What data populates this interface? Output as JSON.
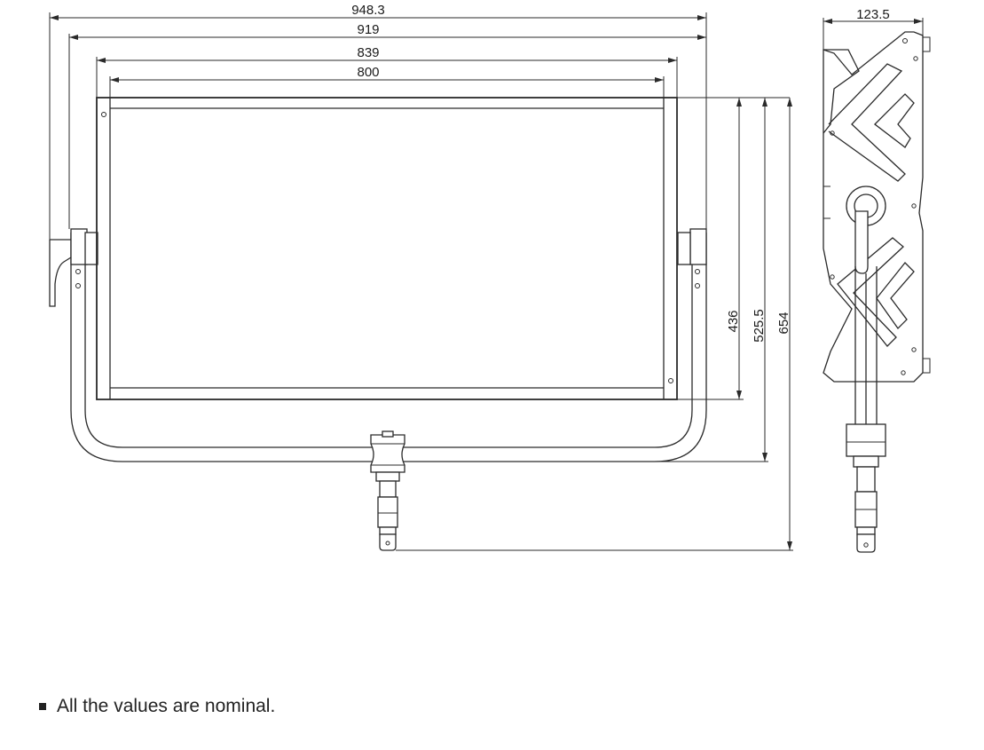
{
  "dimensions": {
    "overall_width": "948.3",
    "frame_width": "919",
    "panel_width": "839",
    "light_width": "800",
    "depth": "123.5",
    "light_height": "436",
    "frame_height": "525.5",
    "overall_height": "654"
  },
  "note": {
    "bullet_icon": "square-bullet-icon",
    "text": "All the values are nominal."
  },
  "colors": {
    "line": "#2a2a2a",
    "background": "#ffffff"
  }
}
